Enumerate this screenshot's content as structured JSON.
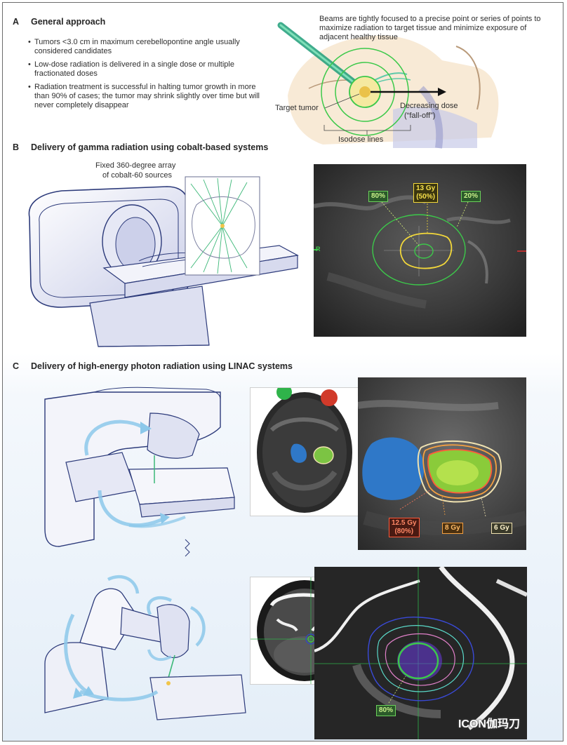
{
  "section_a": {
    "letter": "A",
    "heading": "General approach",
    "bullets": [
      "Tumors <3.0 cm in maximum cerebellopontine angle usually considered candidates",
      "Low-dose radiation is delivered in a single dose or multiple fractionated doses",
      "Radiation treatment is successful in halting tumor growth in more than 90% of cases; the tumor may shrink slightly over time but will never completely disappear"
    ],
    "beam_note": "Beams are tightly focused to a precise point or series of points to maximize radiation to target tissue and minimize exposure of adjacent healthy tissue",
    "target_label": "Target tumor",
    "falloff_label_1": "Decreasing dose",
    "falloff_label_2": "(“fall-off”)",
    "isodose_label": "Isodose lines"
  },
  "section_b": {
    "letter": "B",
    "heading": "Delivery of gamma radiation using cobalt-based systems",
    "array_label_1": "Fixed 360-degree array",
    "array_label_2": "of cobalt-60 sources",
    "scan_marker_left": "R",
    "tag_80": "80%",
    "tag_13gy_1": "13 Gy",
    "tag_13gy_2": "(50%)",
    "tag_20": "20%"
  },
  "section_c": {
    "letter": "C",
    "heading": "Delivery of high-energy photon radiation using LINAC systems",
    "tag_125_1": "12.5 Gy",
    "tag_125_2": "(80%)",
    "tag_8": "8 Gy",
    "tag_6": "6 Gy",
    "tag_80_lower": "80%"
  },
  "watermark": "ICON伽玛刀",
  "colors": {
    "isodose_green": "#3cc94a",
    "isodose_yellow": "#f3d83a",
    "dose_red": "#ff5a3a",
    "dose_orange": "#f5a040",
    "dose_cream": "#f0e2b0",
    "brainstem_blue": "#2f78c8",
    "beam_teal": "#1f9e7a",
    "machine_outline": "#2c3a7a",
    "rotation_arrow": "#8cc8ea"
  }
}
